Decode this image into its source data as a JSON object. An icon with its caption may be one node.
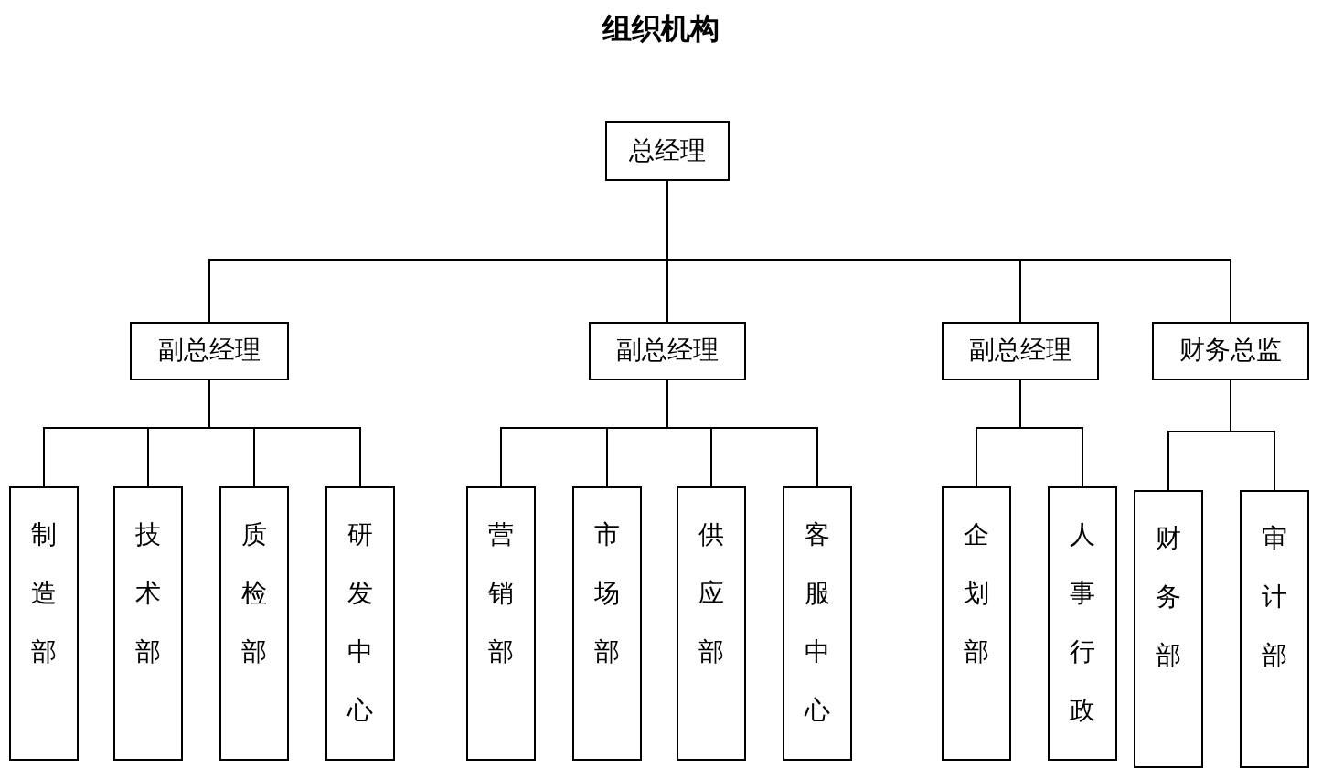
{
  "diagram": {
    "title": "组织机构",
    "nodes": [
      {
        "text": [
          "总经理"
        ]
      },
      {
        "text": [
          "副总经理"
        ]
      },
      {
        "text": [
          "副总经理"
        ]
      },
      {
        "text": [
          "副总经理"
        ]
      },
      {
        "text": [
          "财务总监"
        ]
      },
      {
        "text": [
          "制造部"
        ]
      },
      {
        "text": [
          "技术部"
        ]
      },
      {
        "text": [
          "质检部"
        ]
      },
      {
        "text": [
          "研发中心"
        ]
      },
      {
        "text": [
          "营销部"
        ]
      },
      {
        "text": [
          "市场部"
        ]
      },
      {
        "text": [
          "供应部"
        ]
      },
      {
        "text": [
          "客服中心"
        ]
      },
      {
        "text": [
          "企划部"
        ]
      },
      {
        "text": [
          "人事行政"
        ]
      },
      {
        "text": [
          "财务部"
        ]
      },
      {
        "text": [
          "审计部"
        ]
      }
    ],
    "edges": [
      {
        "from": 0,
        "to": 1,
        "arrow": "none"
      },
      {
        "from": 0,
        "to": 2,
        "arrow": "none"
      },
      {
        "from": 0,
        "to": 3,
        "arrow": "none"
      },
      {
        "from": 0,
        "to": 4,
        "arrow": "none"
      },
      {
        "from": 1,
        "to": 5,
        "arrow": "none"
      },
      {
        "from": 1,
        "to": 6,
        "arrow": "none"
      },
      {
        "from": 1,
        "to": 7,
        "arrow": "none"
      },
      {
        "from": 1,
        "to": 8,
        "arrow": "none"
      },
      {
        "from": 2,
        "to": 9,
        "arrow": "none"
      },
      {
        "from": 2,
        "to": 10,
        "arrow": "none"
      },
      {
        "from": 2,
        "to": 11,
        "arrow": "none"
      },
      {
        "from": 2,
        "to": 12,
        "arrow": "none"
      },
      {
        "from": 3,
        "to": 13,
        "arrow": "none"
      },
      {
        "from": 3,
        "to": 14,
        "arrow": "none"
      },
      {
        "from": 4,
        "to": 15,
        "arrow": "none"
      },
      {
        "from": 4,
        "to": 16,
        "arrow": "none"
      }
    ]
  }
}
